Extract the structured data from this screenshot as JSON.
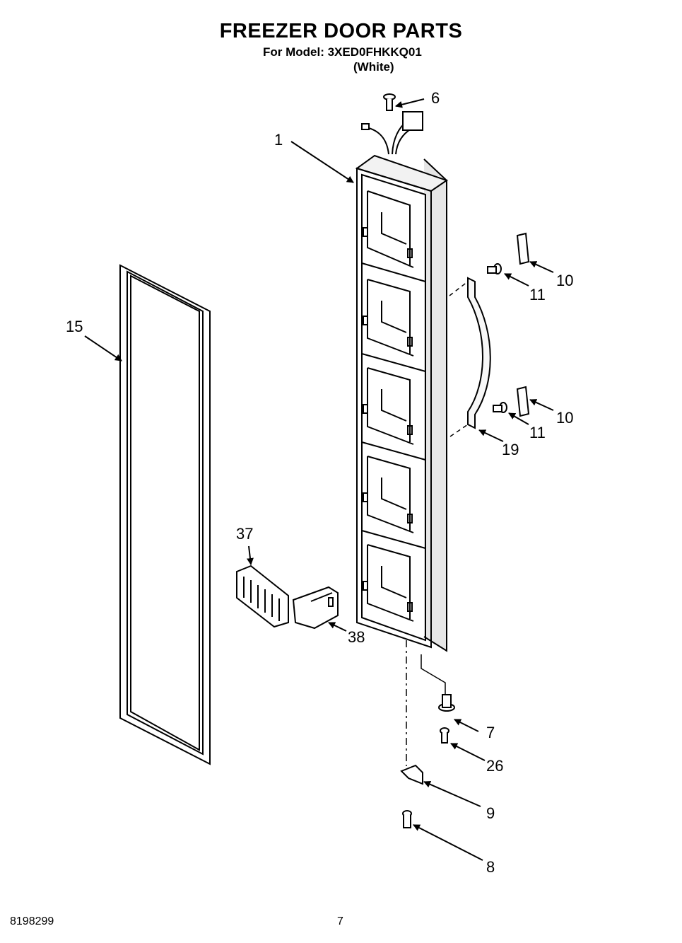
{
  "header": {
    "title": "FREEZER DOOR PARTS",
    "model_line": "For Model: 3XED0FHKKQ01",
    "color_line": "(White)"
  },
  "callouts": [
    "1",
    "6",
    "10",
    "11",
    "10",
    "11",
    "19",
    "15",
    "37",
    "38",
    "7",
    "26",
    "9",
    "8"
  ],
  "footer": {
    "doc_number": "8198299",
    "page_number": "7"
  }
}
